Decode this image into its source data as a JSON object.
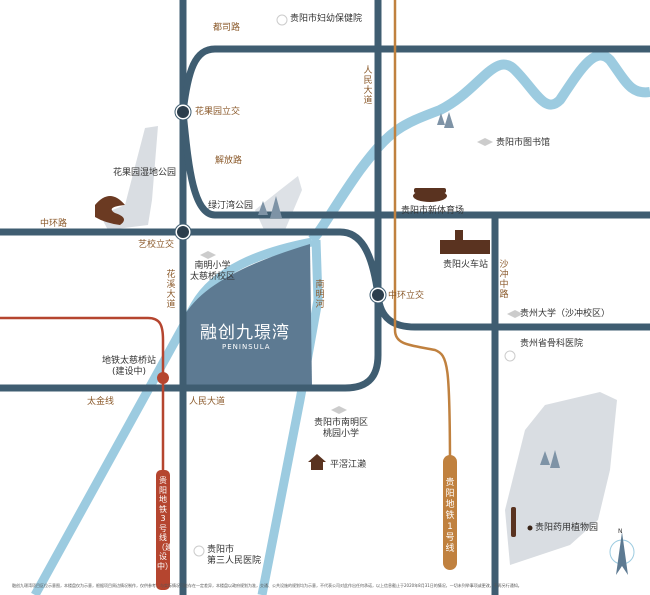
{
  "colors": {
    "road": "#3f5d71",
    "river": "#9ccbe0",
    "project": "#5d7a92",
    "metro1": "#c0813f",
    "metro3": "#b5452f",
    "label_road": "#8b5a2b",
    "park": "#d9dde2"
  },
  "project": {
    "name": "融创",
    "brand": "九璟湾",
    "en": "PENINSULA"
  },
  "roads": {
    "dusi": "都司路",
    "jiefang": "解放路",
    "zhonghuan": "中环路",
    "renmin_v": "人民大道",
    "huaxi": "花溪大道",
    "nanming": "南明河",
    "taijin": "太金线",
    "renmin_h": "人民大道",
    "shachong": "沙冲中路"
  },
  "interchanges": {
    "huaguoyuan": "花果园立交",
    "yixiao": "艺校立交",
    "zhonghuan": "中环立交"
  },
  "pois": {
    "fuyou": "贵阳市妇幼保健院",
    "library": "贵阳市图书馆",
    "wetland": "花果园湿地公园",
    "lvting": "绿汀湾公园",
    "stadium": "贵阳市新体育场",
    "railway": "贵阳火车站",
    "nanming_school": "南明小学\n太慈桥校区",
    "gzu": "贵州大学（沙冲校区）",
    "orthopedic": "贵州省骨科医院",
    "taoyuan": "贵阳市南明区\n桃园小学",
    "jiaxiu": "平滘江濑",
    "botanic": "贵阳药用植物园",
    "hospital3": "贵阳市\n第三人民医院"
  },
  "metro": {
    "line1": "贵阳地铁1号线",
    "line3": "贵阳地铁3号线（建设中）",
    "station": "地铁太慈桥站\n(建设中)"
  },
  "compass": "N",
  "disclaimer": "融创九璟湾项目区位示意图，本楼盘仅为示意，根据项目周边情况制作，仅供参考，与实际情况可能存在一定差异，本楼盘以政府规划为准，交通、公共设施的规划均为示意，不代表公司对此作出任何承诺，以上信息截止于2020年8月31日的情况，一切未列举事项或更改，不再另行通知。"
}
